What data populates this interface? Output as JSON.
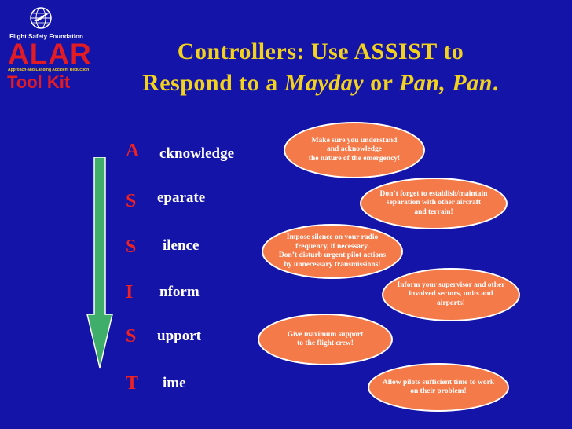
{
  "logo": {
    "org": "Flight Safety Foundation",
    "alar": "ALAR",
    "tagline": "Approach-and-Landing Accident Reduction",
    "toolkit": "Tool Kit",
    "icon": "globe-airplane-icon"
  },
  "title": {
    "line1": "Controllers: Use ASSIST  to",
    "line2_pre": "Respond to a ",
    "mayday": "Mayday",
    "or": " or ",
    "panpan": "Pan, Pan",
    "period": "."
  },
  "acronym": [
    {
      "letter": "A",
      "rest": "cknowledge"
    },
    {
      "letter": "S",
      "rest": "eparate"
    },
    {
      "letter": "S",
      "rest": "ilence"
    },
    {
      "letter": "I",
      "rest": "nform"
    },
    {
      "letter": "S",
      "rest": "upport"
    },
    {
      "letter": "T",
      "rest": "ime"
    }
  ],
  "bubbles": [
    "Make sure you understand\nand acknowledge\nthe nature of the emergency!",
    "Don’t forget to establish/maintain\nseparation with other aircraft\nand terrain!",
    "Impose silence on your radio\nfrequency, if necessary.\nDon’t disturb urgent pilot actions\nby unnecessary transmissions!",
    "Inform your supervisor and other\ninvolved sectors, units and\nairports!",
    "Give maximum support\nto the flight crew!",
    "Allow pilots sufficient time to work\non their problem!"
  ],
  "colors": {
    "background": "#1414a8",
    "title": "#f2d21d",
    "letters": "#ee2222",
    "bubble": "#f47a4a",
    "arrow": "#3fae6a"
  }
}
